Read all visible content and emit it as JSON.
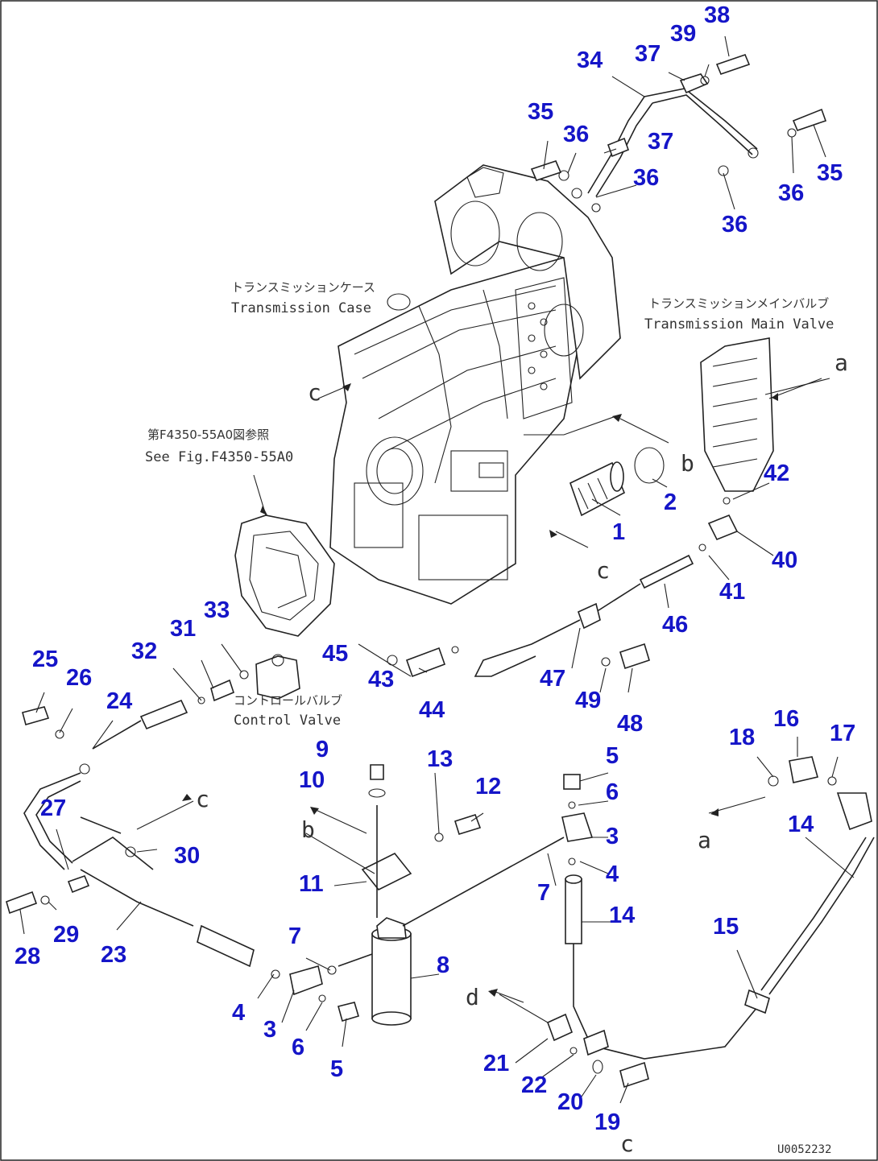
{
  "labels": {
    "transmission_case_jp": "トランスミッションケース",
    "transmission_case_en": "Transmission Case",
    "main_valve_jp": "トランスミッションメインバルブ",
    "main_valve_en": "Transmission Main Valve",
    "see_fig_jp": "第F4350-55A0図参照",
    "see_fig_en": "See Fig.F4350-55A0",
    "control_valve_jp": "コントロールバルブ",
    "control_valve_en": "Control Valve",
    "drawing_code": "U0052232"
  },
  "refs": {
    "a1": "a",
    "a2": "a",
    "b1": "b",
    "b2": "b",
    "c1": "c",
    "c2": "c",
    "c3": "c",
    "c4": "c",
    "d1": "d"
  },
  "part_numbers": {
    "p1": "1",
    "p2": "2",
    "p3a": "3",
    "p3b": "3",
    "p4a": "4",
    "p4b": "4",
    "p5a": "5",
    "p5b": "5",
    "p6a": "6",
    "p6b": "6",
    "p7a": "7",
    "p7b": "7",
    "p8": "8",
    "p9": "9",
    "p10": "10",
    "p11": "11",
    "p12": "12",
    "p13": "13",
    "p14a": "14",
    "p14b": "14",
    "p15": "15",
    "p16": "16",
    "p17": "17",
    "p18": "18",
    "p19": "19",
    "p20": "20",
    "p21": "21",
    "p22": "22",
    "p23": "23",
    "p24": "24",
    "p25": "25",
    "p26": "26",
    "p27": "27",
    "p28": "28",
    "p29": "29",
    "p30": "30",
    "p31": "31",
    "p32": "32",
    "p33": "33",
    "p34": "34",
    "p35a": "35",
    "p35b": "35",
    "p36a": "36",
    "p36b": "36",
    "p36c": "36",
    "p36d": "36",
    "p37a": "37",
    "p37b": "37",
    "p38": "38",
    "p39": "39",
    "p40": "40",
    "p41": "41",
    "p42": "42",
    "p43": "43",
    "p44": "44",
    "p45": "45",
    "p46": "46",
    "p47": "47",
    "p48": "48",
    "p49": "49"
  }
}
